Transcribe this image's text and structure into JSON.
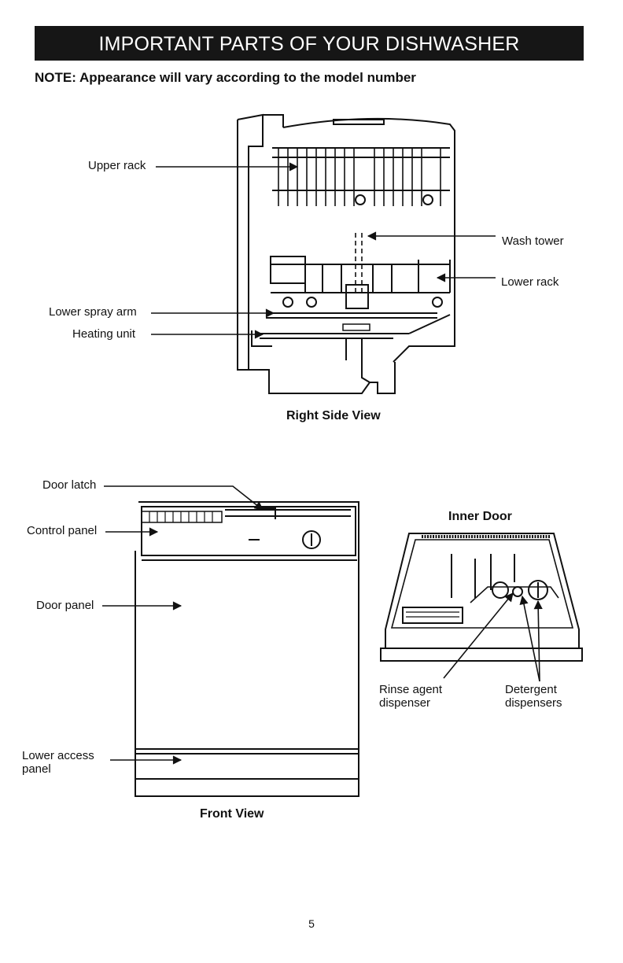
{
  "header": {
    "title": "IMPORTANT PARTS OF YOUR DISHWASHER"
  },
  "note": "NOTE: Appearance will vary according to the model number",
  "side_view": {
    "caption": "Right Side View",
    "labels": {
      "upper_rack": "Upper rack",
      "wash_tower": "Wash tower",
      "lower_rack": "Lower rack",
      "lower_spray_arm": "Lower spray arm",
      "heating_unit": "Heating unit"
    }
  },
  "front_view": {
    "caption": "Front View",
    "labels": {
      "door_latch": "Door latch",
      "control_panel": "Control panel",
      "door_panel": "Door panel",
      "lower_access_line1": "Lower access",
      "lower_access_line2": "panel"
    }
  },
  "inner_door": {
    "caption": "Inner Door",
    "labels": {
      "rinse_line1": "Rinse agent",
      "rinse_line2": "dispenser",
      "detergent_line1": "Detergent",
      "detergent_line2": "dispensers"
    }
  },
  "page_number": "5"
}
